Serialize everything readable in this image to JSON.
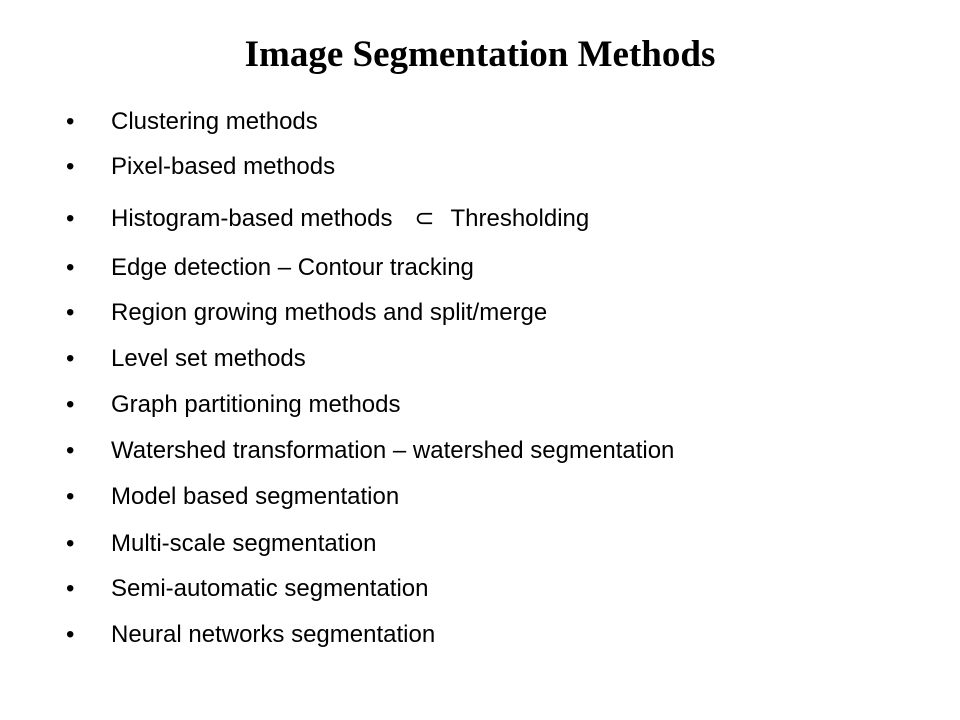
{
  "title": "Image Segmentation Methods",
  "bullet_glyph": "•",
  "items": [
    {
      "text": "Clustering methods"
    },
    {
      "text": "Pixel-based methods"
    },
    {
      "text": "Histogram-based methods",
      "symbol": "⊂",
      "suffix": "Thresholding"
    },
    {
      "text": "Edge detection – Contour tracking"
    },
    {
      "text": "Region growing methods and split/merge"
    },
    {
      "text": "Level set methods"
    },
    {
      "text": "Graph partitioning methods"
    },
    {
      "text": "Watershed transformation – watershed segmentation"
    },
    {
      "text": "Model based segmentation"
    },
    {
      "text": "Multi-scale segmentation"
    },
    {
      "text": "Semi-automatic segmentation"
    },
    {
      "text": "Neural networks segmentation"
    }
  ]
}
